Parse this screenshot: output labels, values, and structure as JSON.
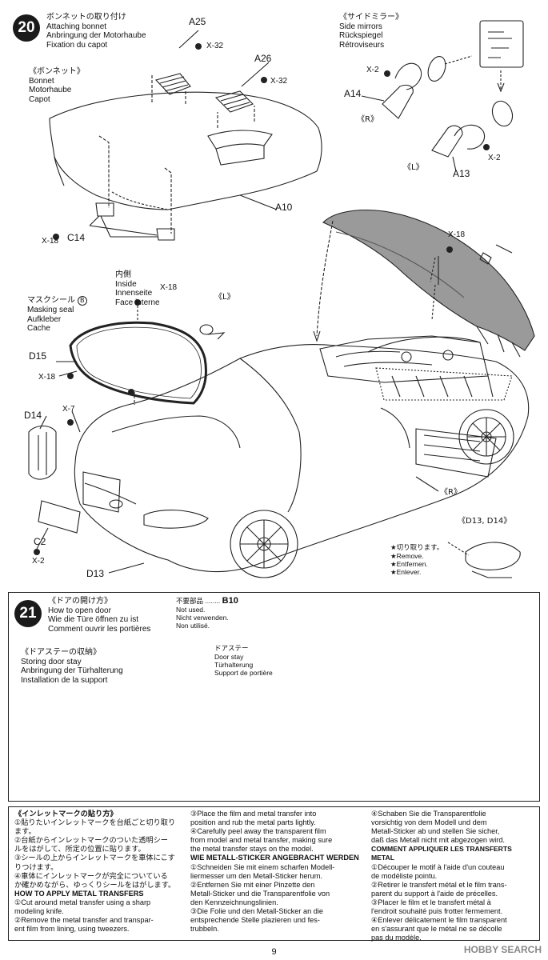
{
  "step20": {
    "number": "20",
    "title_lines": [
      "ボンネットの取り付け",
      "Attaching bonnet",
      "Anbringung der Motorhaube",
      "Fixation du capot"
    ],
    "bonnet_label": [
      "《ボンネット》",
      "Bonnet",
      "Motorhaube",
      "Capot"
    ],
    "side_mirrors_label": [
      "《サイドミラー》",
      "Side mirrors",
      "Rückspiegel",
      "Rétroviseurs"
    ],
    "parts": {
      "a25": "A25",
      "a26": "A26",
      "a10": "A10",
      "a14": "A14",
      "a13": "A13",
      "c14": "C14",
      "d15": "D15",
      "d14": "D14",
      "d13": "D13",
      "c2": "C2"
    },
    "screws": {
      "x32a": "X-32",
      "x32b": "X-32",
      "x2r": "X-2",
      "x2l": "X-2",
      "x18a": "X-18",
      "x18b": "X-18",
      "x18c": "X-18",
      "x18d": "X-18",
      "x7": "X-7",
      "x2c": "X-2"
    },
    "r_mark": "《R》",
    "l_mark": "《L》",
    "l_mark2": "《L》",
    "r_mark2": "《R》",
    "inside_label": [
      "内側",
      "Inside",
      "Innenseite",
      "Face interne"
    ],
    "masking_label": [
      "マスクシール",
      "Masking seal",
      "Aufkleber",
      "Cache"
    ],
    "masking_ref": "B",
    "d13d14_label": "《D13, D14》",
    "remove_label": [
      "★切り取ります。",
      "★Remove.",
      "★Entfernen.",
      "★Enlever."
    ]
  },
  "step21": {
    "number": "21",
    "title_lines": [
      "《ドアの開け方》",
      "How to open door",
      "Wie die Türe öffnen zu ist",
      "Comment ouvrir les portières"
    ],
    "not_used_prefix": "不要部品",
    "not_used_part": "B10",
    "not_used_lines": [
      "Not used.",
      "Nicht verwenden.",
      "Non utilisé."
    ],
    "storing_lines": [
      "《ドアステーの収納》",
      "Storing door stay",
      "Anbringung der Türhalterung",
      "Installation de la support"
    ],
    "door_stay_lines": [
      "ドアステー",
      "Door stay",
      "Türhalterung",
      "Support de portière"
    ]
  },
  "instructions": {
    "col1": {
      "jp_title": "《インレットマークの貼り方》",
      "jp_lines": [
        "①貼りたいインレットマークを台紙ごと切り取り",
        "ます。",
        "②台紙からインレットマークのついた透明シー",
        "ルをはがして、所定の位置に貼ります。",
        "③シールの上からインレットマークを車体にこす",
        "りつけます。",
        "④車体にインレットマークが完全についている",
        "か確かめながら、ゆっくりシールをはがします。"
      ],
      "en_title": "HOW TO APPLY METAL TRANSFERS",
      "en_lines": [
        "①Cut around metal transfer using a sharp",
        "modeling knife.",
        "②Remove the metal transfer and transpar-",
        "ent film from lining, using tweezers."
      ]
    },
    "col2": {
      "en_lines": [
        "③Place the film and metal transfer into",
        "position and rub the metal parts lightly.",
        "④Carefully peel away the transparent film",
        "from model and metal transfer, making sure",
        "the metal transfer stays on the model."
      ],
      "de_title": "WIE METALL-STICKER ANGEBRACHT WERDEN",
      "de_lines": [
        "①Schneiden Sie mit einem scharfen Modell-",
        "liermesser um den Metall-Sticker herum.",
        "②Entfernen Sie mit einer Pinzette den",
        "Metall-Sticker und die Transparentfolie von",
        "den Kennzeichnungslinien.",
        "③Die Folie und den Metall-Sticker an die",
        "entsprechende Stelle plazieren und fes-",
        "trubbeln."
      ]
    },
    "col3": {
      "de_lines": [
        "④Schaben Sie die Transparentfolie",
        "vorsichtig von dem Modell und dem",
        "Metall-Sticker ab und stellen Sie sicher,",
        "daß das Metall nicht mit abgezogen wird."
      ],
      "fr_title": "COMMENT APPLIQUER LES TRANSFERTS METAL",
      "fr_lines": [
        "①Découper le motif à l'aide d'un couteau",
        "de modéliste pointu.",
        "②Retirer le transfert métal et le film trans-",
        "parent du support à l'aide de précelles.",
        "③Placer le film et le transfert métal à",
        "l'endroit souhaité puis frotter fermement.",
        "④Enlever délicatement le film transparent",
        "en s'assurant que le métal ne se décolle",
        "pas du modèle."
      ]
    }
  },
  "page_number": "9",
  "watermark": "HOBBY SEARCH"
}
